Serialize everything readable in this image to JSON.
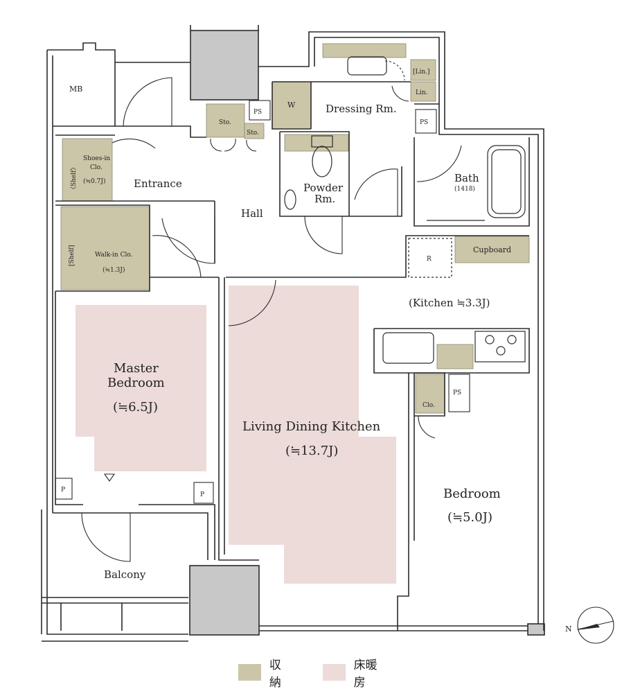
{
  "colors": {
    "storage": "#cbc6a8",
    "floor_heating": "#ecdbd8",
    "wall": "#2a2a2a",
    "shaft": "#c8c8c8"
  },
  "rooms": {
    "mb": "MB",
    "ps_top": "PS",
    "sto_main": "Sto.",
    "sto_small": "Sto.",
    "w": "W",
    "dressing": "Dressing Rm.",
    "lin1": "[Lin.]",
    "lin2": "Lin.",
    "ps_dressing": "PS",
    "shoes_line1": "Shoes-in",
    "shoes_line2": "Clo.",
    "shoes_line3": "(≒0.7J)",
    "shoes_shelf": "〈Shelf〉",
    "entrance": "Entrance",
    "hall": "Hall",
    "powder_line1": "Powder",
    "powder_line2": "Rm.",
    "bath": "Bath",
    "bath_size": "(1418)",
    "walkin_line1": "Walk-in Clo.",
    "walkin_line2": "(≒1.3J)",
    "walkin_shelf": "[Shelf]",
    "r": "R",
    "cupboard": "Cupboard",
    "kitchen": "(Kitchen ≒3.3J)",
    "master_line1": "Master",
    "master_line2": "Bedroom",
    "master_size": "(≒6.5J)",
    "ldk_line1": "Living Dining Kitchen",
    "ldk_size": "(≒13.7J)",
    "clo": "Clo.",
    "ps_bedroom": "PS",
    "bedroom": "Bedroom",
    "bedroom_size": "(≒5.0J)",
    "p_left": "P",
    "p_right": "P",
    "balcony": "Balcony"
  },
  "compass": {
    "label": "N"
  },
  "legend": {
    "storage_label": "収納",
    "heating_label": "床暖房"
  }
}
